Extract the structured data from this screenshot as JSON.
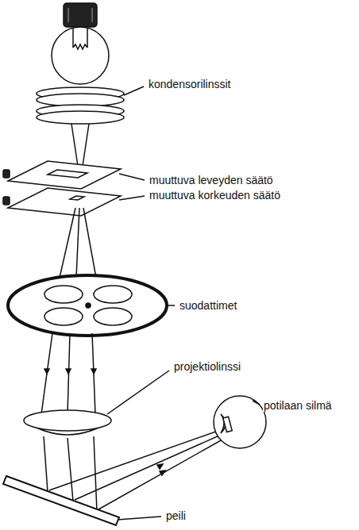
{
  "diagram": {
    "labels": [
      "kondensorilinssit",
      "muuttuva leveyden säätö",
      "muuttuva korkeuden säätö",
      "suodattimet",
      "projektiolinssi",
      "potilaan silmä",
      "peili"
    ]
  }
}
